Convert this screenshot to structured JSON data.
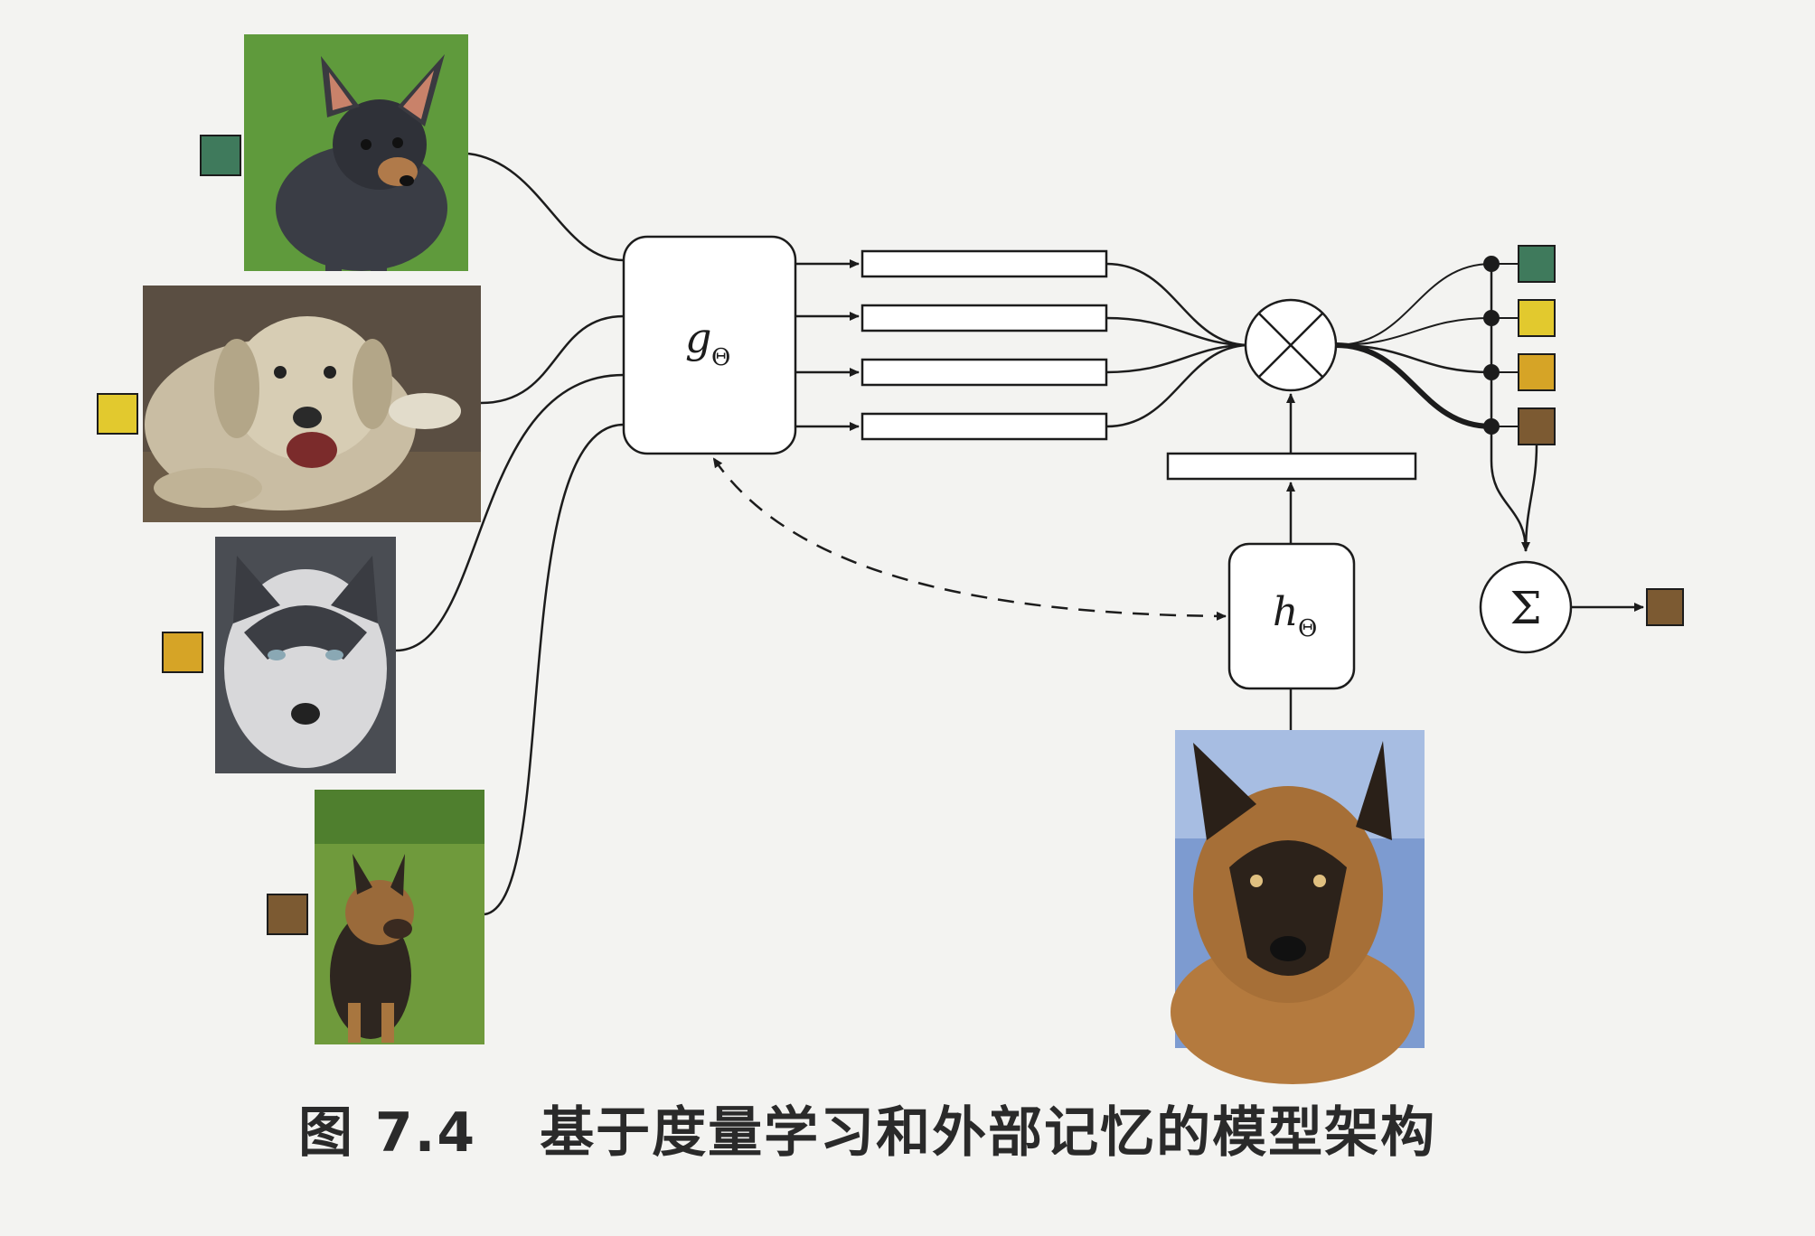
{
  "figure": {
    "caption_number": "图 7.4",
    "caption_text": "基于度量学习和外部记忆的模型架构"
  },
  "modules": {
    "g_symbol": "g",
    "g_subscript": "Θ",
    "h_symbol": "h",
    "h_subscript": "Θ",
    "product_symbol": "⊗",
    "sum_symbol": "Σ"
  },
  "support_set": [
    {
      "subject": "chihuahua-photo",
      "label_color": "#3f7a5c"
    },
    {
      "subject": "labrador-photo",
      "label_color": "#e2c92e"
    },
    {
      "subject": "husky-photo",
      "label_color": "#d6a426"
    },
    {
      "subject": "german-shepherd-photo",
      "label_color": "#7c5a32"
    }
  ],
  "query": {
    "subject": "german-shepherd-query-photo"
  },
  "output_label_color": "#7c5a32",
  "colors": {
    "line": "#1c1c1c",
    "background": "#f3f3f1"
  }
}
